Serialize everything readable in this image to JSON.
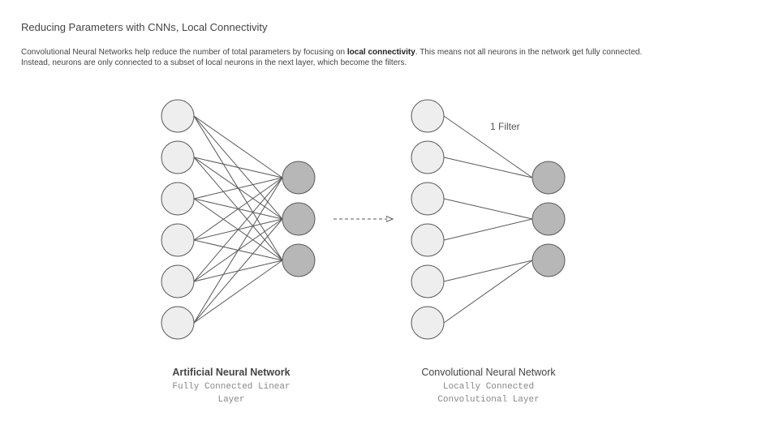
{
  "title": "Reducing Parameters with CNNs, Local Connectivity",
  "description": {
    "line1_before": "Convolutional Neural Networks help reduce the number of total parameters by focusing on ",
    "line1_bold": "local connectivity",
    "line1_after": ". This means not all neurons in the network get fully connected.",
    "line2": "Instead, neurons are only connected to a subset of local neurons in the next layer, which become the filters."
  },
  "filter_label": "1 Filter",
  "ann": {
    "title": "Artificial Neural Network",
    "subtitle_line1": "Fully Connected Linear",
    "subtitle_line2": "Layer"
  },
  "cnn": {
    "title": "Convolutional Neural Network",
    "subtitle_line1": "Locally Connected",
    "subtitle_line2": "Convolutional Layer"
  },
  "colors": {
    "input_neuron_fill": "#eeeeee",
    "output_neuron_fill": "#b7b7b7",
    "stroke": "#595959"
  },
  "networks": {
    "ann": {
      "inputs": 6,
      "outputs": 3,
      "connections": "all-to-all"
    },
    "cnn": {
      "inputs": 6,
      "outputs": 3,
      "connections": [
        [
          0,
          0
        ],
        [
          1,
          0
        ],
        [
          2,
          1
        ],
        [
          3,
          1
        ],
        [
          4,
          2
        ],
        [
          5,
          2
        ]
      ]
    }
  }
}
